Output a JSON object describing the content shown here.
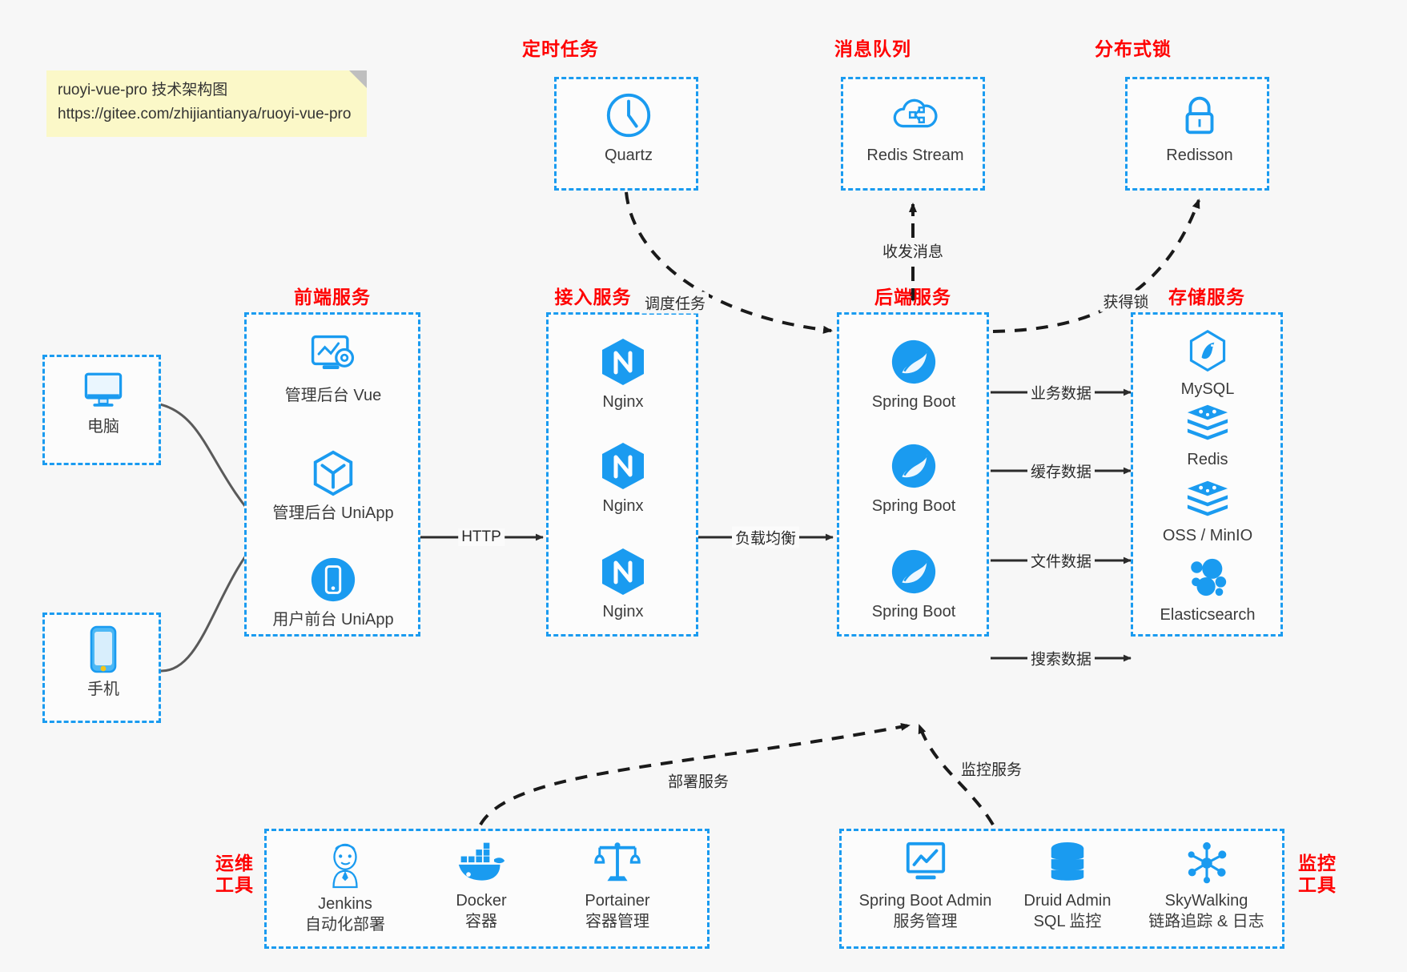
{
  "note": {
    "line1": "ruoyi-vue-pro 技术架构图",
    "line2": "https://gitee.com/zhijiantianya/ruoyi-vue-pro"
  },
  "colors": {
    "group_border": "#1a9bf0",
    "group_title": "#ff0000",
    "icon_blue": "#1a9bf0",
    "background": "#f7f7f7",
    "edge": "#2b2b2b",
    "note_bg": "#fbf8c8"
  },
  "groups": {
    "scheduled_task": {
      "title": "定时任务",
      "items": [
        {
          "label": "Quartz",
          "icon": "clock-icon"
        }
      ]
    },
    "message_queue": {
      "title": "消息队列",
      "items": [
        {
          "label": "Redis Stream",
          "icon": "cloud-network-icon"
        }
      ]
    },
    "distributed_lock": {
      "title": "分布式锁",
      "items": [
        {
          "label": "Redisson",
          "icon": "lock-icon"
        }
      ]
    },
    "clients": {
      "items": [
        {
          "label": "电脑",
          "icon": "desktop-icon"
        },
        {
          "label": "手机",
          "icon": "mobile-icon"
        }
      ]
    },
    "frontend": {
      "title": "前端服务",
      "items": [
        {
          "label": "管理后台 Vue",
          "icon": "dashboard-gear-icon"
        },
        {
          "label": "管理后台 UniApp",
          "icon": "hexagon-cube-icon"
        },
        {
          "label": "用户前台 UniApp",
          "icon": "mobile-circle-icon"
        }
      ]
    },
    "gateway": {
      "title": "接入服务",
      "items": [
        {
          "label": "Nginx",
          "icon": "nginx-icon"
        },
        {
          "label": "Nginx",
          "icon": "nginx-icon"
        },
        {
          "label": "Nginx",
          "icon": "nginx-icon"
        }
      ]
    },
    "backend": {
      "title": "后端服务",
      "items": [
        {
          "label": "Spring Boot",
          "icon": "spring-icon"
        },
        {
          "label": "Spring Boot",
          "icon": "spring-icon"
        },
        {
          "label": "Spring Boot",
          "icon": "spring-icon"
        }
      ]
    },
    "storage": {
      "title": "存储服务",
      "items": [
        {
          "label": "MySQL",
          "icon": "mysql-icon"
        },
        {
          "label": "Redis",
          "icon": "redis-icon"
        },
        {
          "label": "OSS / MinIO",
          "icon": "oss-icon"
        },
        {
          "label": "Elasticsearch",
          "icon": "elasticsearch-icon"
        }
      ]
    },
    "ops_tools": {
      "title": "运维\n工具",
      "items": [
        {
          "label": "Jenkins",
          "sub": "自动化部署",
          "icon": "jenkins-icon"
        },
        {
          "label": "Docker",
          "sub": "容器",
          "icon": "docker-icon"
        },
        {
          "label": "Portainer",
          "sub": "容器管理",
          "icon": "scales-icon"
        }
      ]
    },
    "monitor_tools": {
      "title": "监控\n工具",
      "items": [
        {
          "label": "Spring Boot Admin",
          "sub": "服务管理",
          "icon": "monitor-chart-icon"
        },
        {
          "label": "Druid Admin",
          "sub": "SQL 监控",
          "icon": "database-icon"
        },
        {
          "label": "SkyWalking",
          "sub": "链路追踪 & 日志",
          "icon": "skywalking-icon"
        }
      ]
    }
  },
  "edges": [
    {
      "id": "http",
      "label": "HTTP"
    },
    {
      "id": "load-balance",
      "label": "负载均衡"
    },
    {
      "id": "schedule-task",
      "label": "调度任务"
    },
    {
      "id": "send-receive-message",
      "label": "收发消息"
    },
    {
      "id": "acquire-lock",
      "label": "获得锁"
    },
    {
      "id": "business-data",
      "label": "业务数据"
    },
    {
      "id": "cache-data",
      "label": "缓存数据"
    },
    {
      "id": "file-data",
      "label": "文件数据"
    },
    {
      "id": "search-data",
      "label": "搜索数据"
    },
    {
      "id": "deploy-service",
      "label": "部署服务"
    },
    {
      "id": "monitor-service",
      "label": "监控服务"
    }
  ]
}
